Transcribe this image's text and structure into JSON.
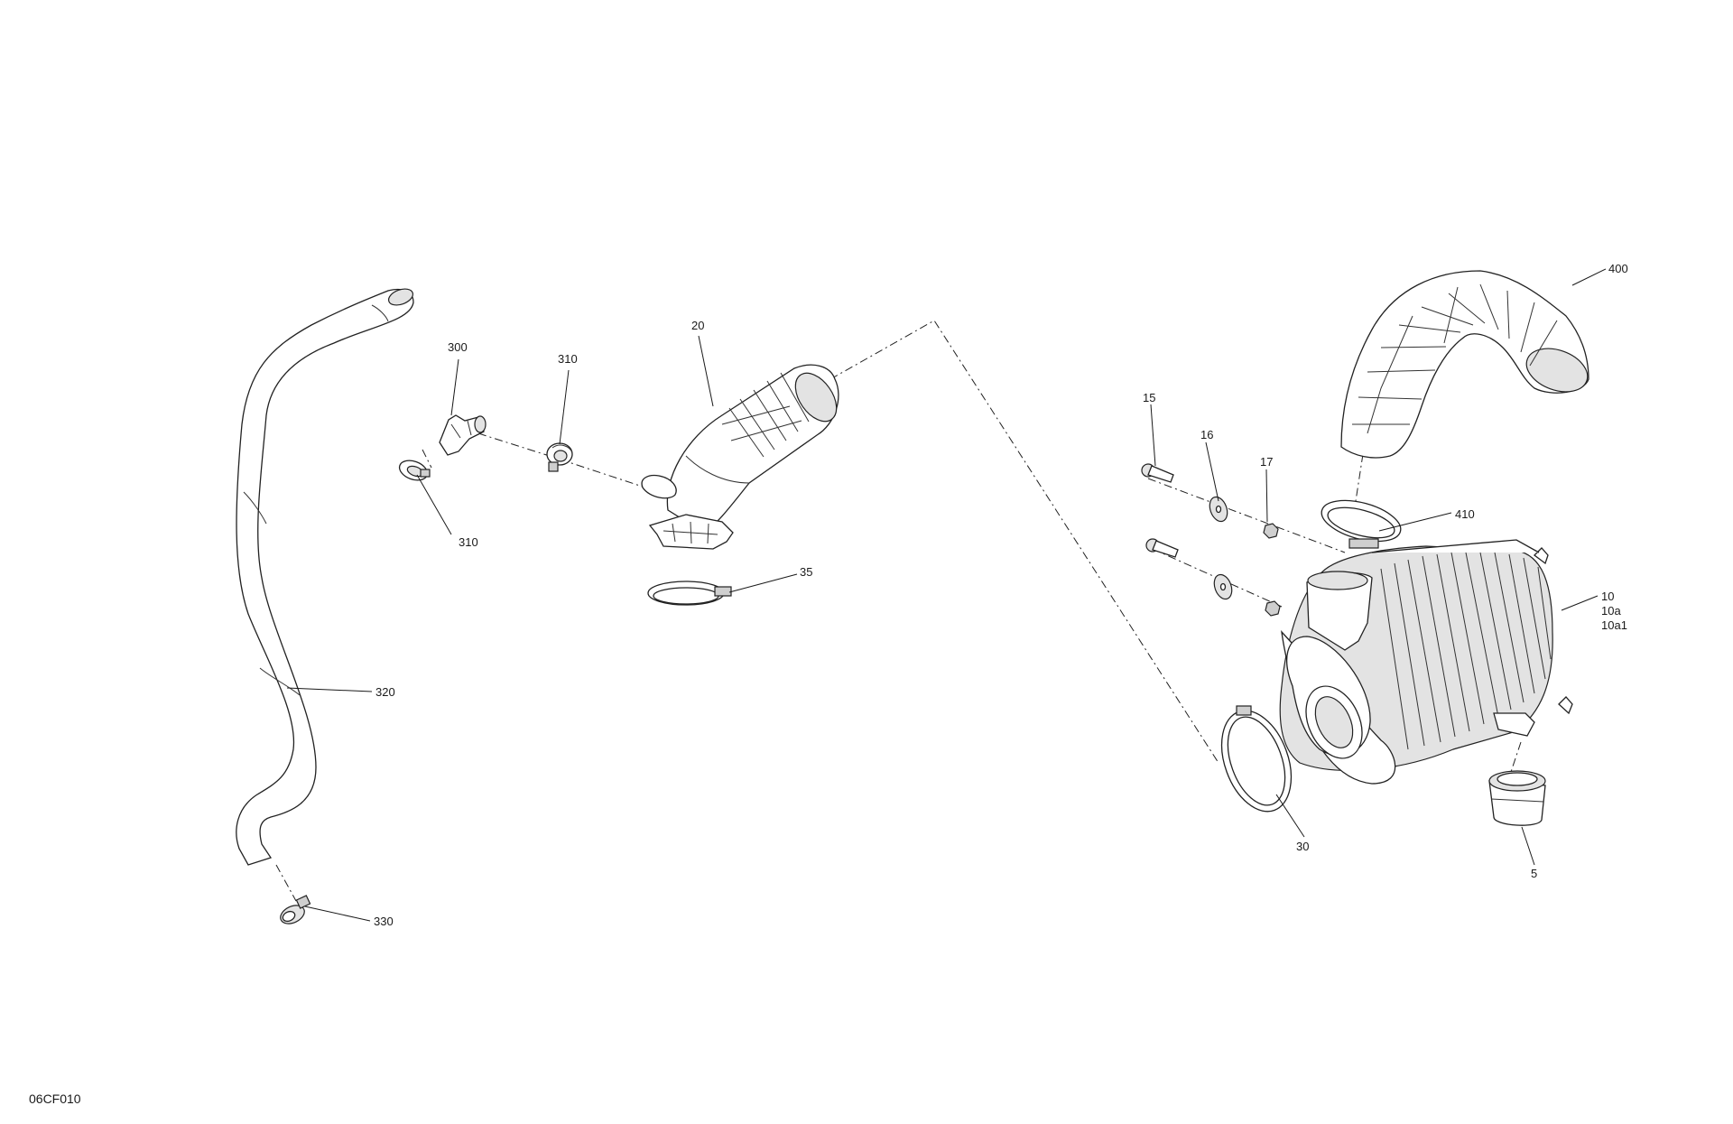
{
  "diagram": {
    "reference_code": "06CF010",
    "callouts": {
      "c300": "300",
      "c310_top": "310",
      "c310_left": "310",
      "c20": "20",
      "c35": "35",
      "c320": "320",
      "c330": "330",
      "c400": "400",
      "c15": "15",
      "c16": "16",
      "c17": "17",
      "c410": "410",
      "c10": "10",
      "c10a": "10a",
      "c10a1": "10a1",
      "c30": "30",
      "c5": "5"
    }
  }
}
